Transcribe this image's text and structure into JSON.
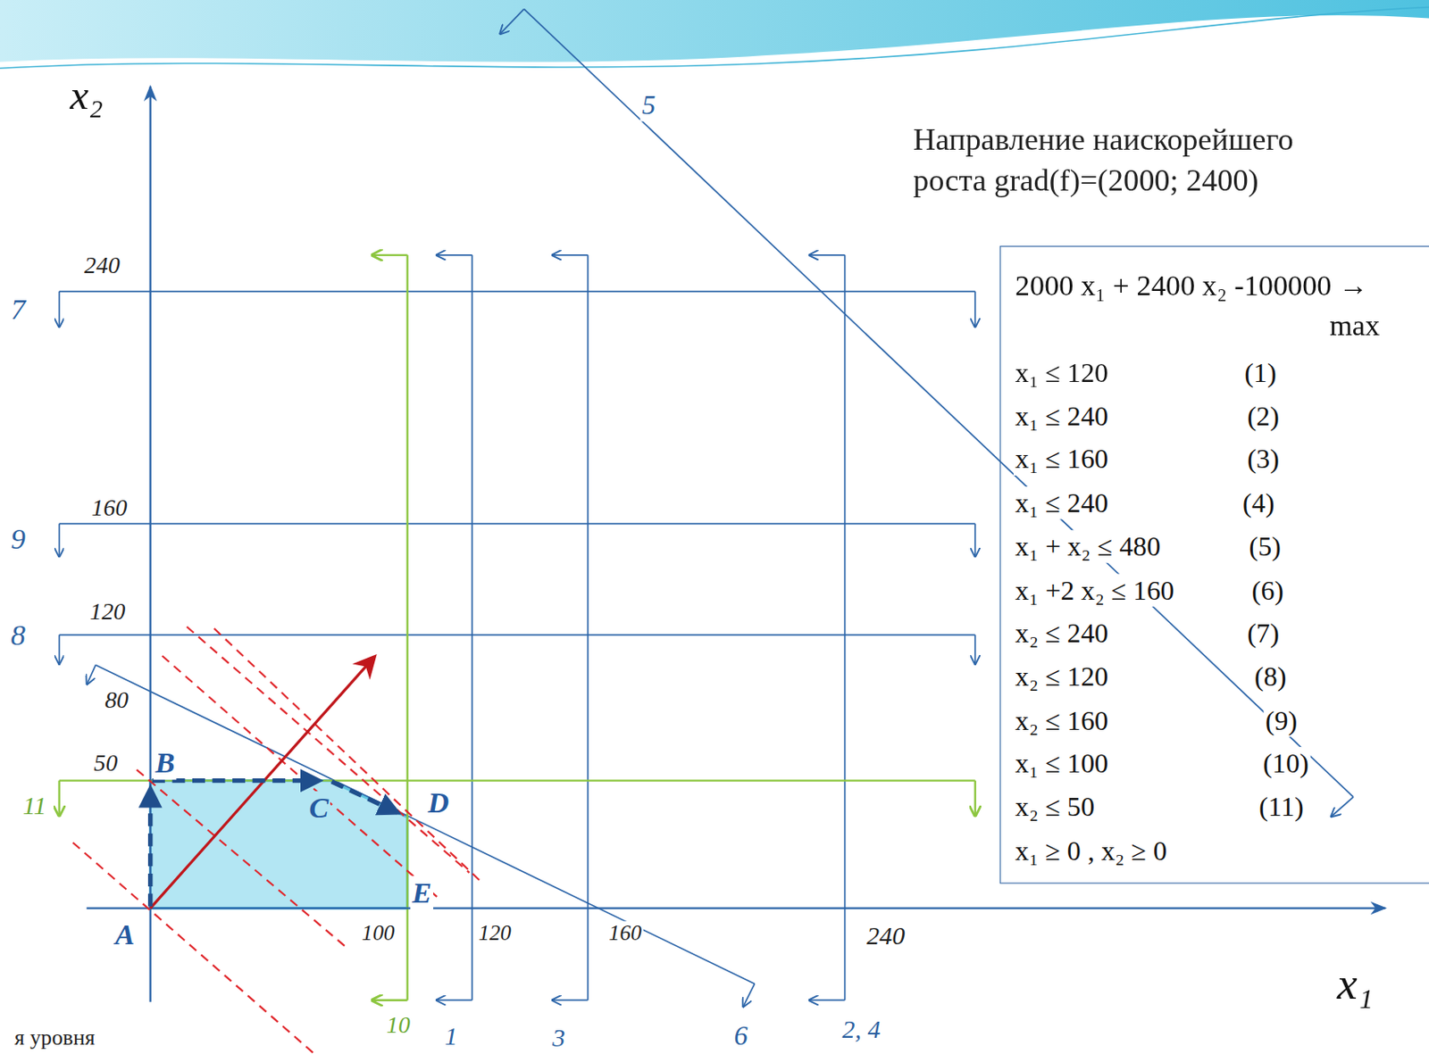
{
  "diagram": {
    "nodes": [
      {
        "text": [
          "2000 x₁ + 2400 x₂ -100000 → max",
          "x₁ ≤ 120",
          "(1)",
          "x₁ ≤ 240",
          "(2)",
          "x₁ ≤ 160",
          "(3)",
          "x₁ ≤ 240",
          "(4)",
          "x₁ + x₂ ≤ 480",
          "(5)",
          "x₁ +2 x₂ ≤ 160",
          "(6)",
          "x₂ ≤ 240",
          "(7)",
          "x₂ ≤ 120",
          "(8)",
          "x₂ ≤ 160",
          "(9)",
          "x₁ ≤ 100",
          "(10)",
          "x₂ ≤ 50",
          "(11)",
          "x₁ ≥ 0 , x₂ ≥ 0"
        ]
      }
    ],
    "labels": [
      "x₂",
      "x₁",
      "Направление наискорейшего роста grad(f)=(2000; 2400)",
      "240",
      "7",
      "160",
      "9",
      "120",
      "8",
      "80",
      "50",
      "B",
      "11",
      "C",
      "D",
      "E",
      "A",
      "100",
      "120",
      "160",
      "240",
      "10",
      "1",
      "3",
      "6",
      "2, 4",
      "5",
      "я уровня"
    ]
  }
}
